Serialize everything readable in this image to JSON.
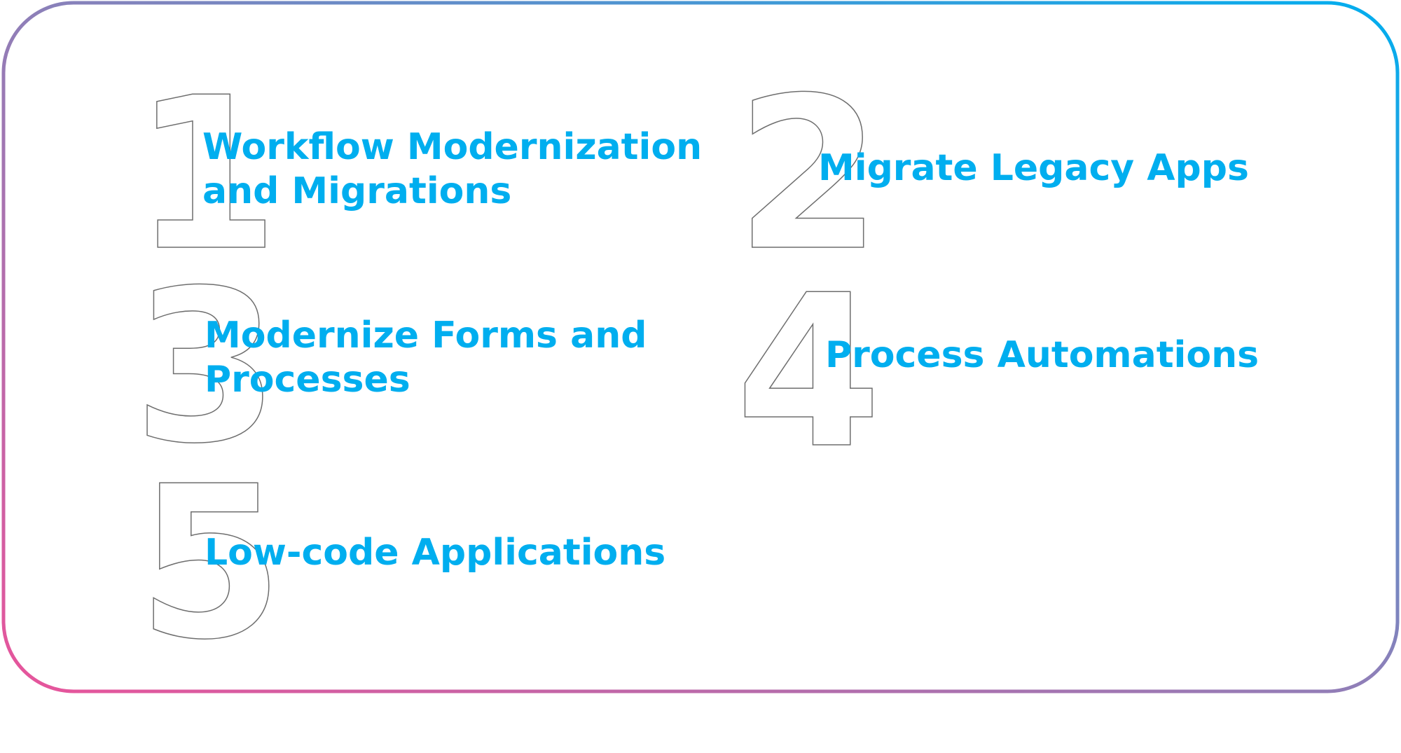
{
  "colors": {
    "accent": "#00aeef",
    "numeral_outline": "#6e6e6e",
    "border_gradient_start": "#e8549b",
    "border_gradient_mid": "#8e7fb8",
    "border_gradient_end": "#00aeef"
  },
  "items": [
    {
      "number": "1",
      "label": "Workflow Modernization\nand Migrations"
    },
    {
      "number": "2",
      "label": "Migrate Legacy Apps"
    },
    {
      "number": "3",
      "label": "Modernize Forms and\nProcesses"
    },
    {
      "number": "4",
      "label": "Process Automations"
    },
    {
      "number": "5",
      "label": "Low-code Applications"
    }
  ]
}
